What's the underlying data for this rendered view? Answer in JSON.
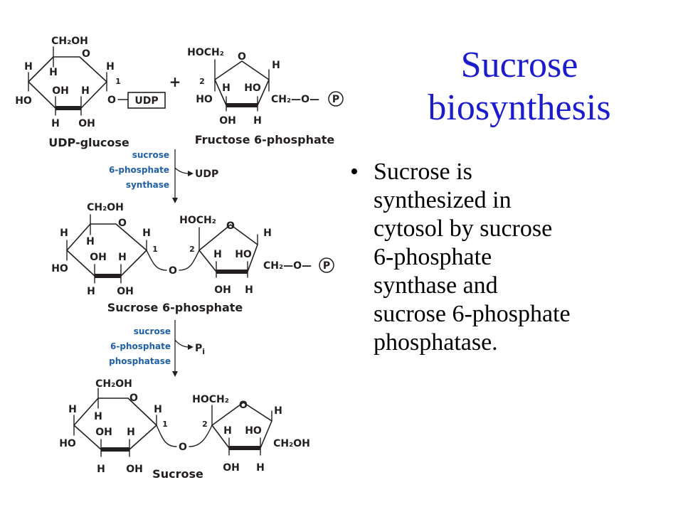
{
  "slide": {
    "title_lines": [
      "Sucrose",
      "biosynthesis"
    ],
    "bullets": [
      {
        "lines": [
          "Sucrose is",
          "synthesized in",
          "cytosol by sucrose",
          "6-phosphate",
          "synthase and",
          "sucrose 6-phosphate",
          "phosphatase."
        ]
      }
    ]
  },
  "diagram": {
    "udp_glucose": {
      "ch2oh": "CH₂OH",
      "ring_o": "O",
      "h_left": "H",
      "h_inner": "H",
      "h_right": "H",
      "c1": "1",
      "ho": "HO",
      "oh": "OH",
      "h3": "H",
      "h_bottom": "H",
      "oh_bottom": "OH",
      "o_link": "O",
      "udp": "UDP",
      "caption": "UDP-glucose"
    },
    "plus": "+",
    "fructose_6p": {
      "hoch2": "HOCH₂",
      "ring_o": "O",
      "h_right": "H",
      "c2": "2",
      "ho": "HO",
      "h": "H",
      "ho_inner": "HO",
      "ch2o": "CH₂—O—",
      "p": "P",
      "oh_bottom": "OH",
      "h_bottom": "H",
      "caption": "Fructose 6-phosphate"
    },
    "step1": {
      "enzyme_lines": [
        "sucrose",
        "6-phosphate",
        "synthase"
      ],
      "product": "UDP"
    },
    "sucrose_6p": {
      "ch2oh": "CH₂OH",
      "ring_o": "O",
      "h_left": "H",
      "h_inner": "H",
      "h_right": "H",
      "c1": "1",
      "ho": "HO",
      "oh": "OH",
      "h3": "H",
      "h_bottom": "H",
      "oh_bottom": "OH",
      "bridge_o": "O",
      "hoch2": "HOCH₂",
      "f_ring_o": "O",
      "f_h_right": "H",
      "c2": "2",
      "f_h": "H",
      "f_ho": "HO",
      "ch2o": "CH₂—O—",
      "p": "P",
      "f_oh_bottom": "OH",
      "f_h_bottom": "H",
      "caption": "Sucrose 6-phosphate"
    },
    "step2": {
      "enzyme_lines": [
        "sucrose",
        "6-phosphate",
        "phosphatase"
      ],
      "product": "P",
      "product_sub": "i"
    },
    "sucrose": {
      "ch2oh": "CH₂OH",
      "ring_o": "O",
      "h_left": "H",
      "h_inner": "H",
      "h_right": "H",
      "c1": "1",
      "ho": "HO",
      "oh": "OH",
      "h3": "H",
      "h_bottom": "H",
      "oh_bottom": "OH",
      "bridge_o": "O",
      "hoch2": "HOCH₂",
      "f_ring_o": "O",
      "f_h_right": "H",
      "c2": "2",
      "f_h": "H",
      "f_ho": "HO",
      "ch2oh_right": "CH₂OH",
      "f_oh_bottom": "OH",
      "f_h_bottom": "H",
      "caption": "Sucrose"
    }
  }
}
